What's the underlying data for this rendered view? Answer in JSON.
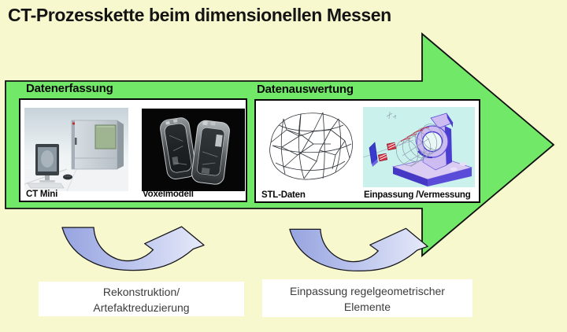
{
  "title": "CT-Prozesskette beim dimensionellen Messen",
  "panels": [
    {
      "label": "Datenerfassung",
      "items": [
        {
          "caption": "CT Mini",
          "image": "ct-scanner-photo"
        },
        {
          "caption": "Voxelmodell",
          "image": "voxel-model-xray"
        }
      ]
    },
    {
      "label": "Datenauswertung",
      "items": [
        {
          "caption": "STL-Daten",
          "image": "stl-wireframe-mesh"
        },
        {
          "caption": "Einpassung /Vermessung",
          "image": "fitting-measurement-3d-model"
        }
      ]
    }
  ],
  "process_steps": [
    {
      "lines": [
        "Rekonstruktion/",
        "Artefaktreduzierung"
      ]
    },
    {
      "lines": [
        "Einpassung regelgeometrischer",
        "Elemente"
      ]
    }
  ],
  "icons": {
    "process_arrow": "big-right-arrow",
    "loop_arrow": "curved-up-swoosh-arrow"
  },
  "colors": {
    "background": "#F8F8CF",
    "arrow_green": "#72E868",
    "outline": "#101010",
    "panel_bg": "#FFFFFF",
    "curved_arrow_dark": "#96A4E0",
    "curved_arrow_light": "#E7EAFA",
    "model_bg_cyan": "#CBF1EC",
    "model_purple": "#5A4BD8"
  }
}
